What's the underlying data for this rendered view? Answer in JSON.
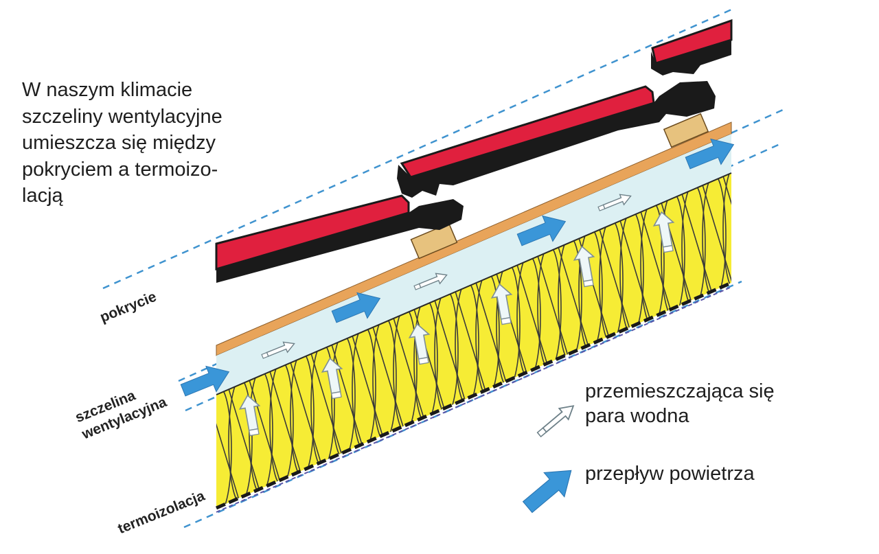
{
  "intro_lines": [
    "W naszym klimacie",
    "szczeliny wentylacyjne",
    "umieszcza się między",
    "pokryciem a termoizo-",
    "lacją"
  ],
  "layers": {
    "covering": "pokrycie",
    "vent_gap_line1": "szczelina",
    "vent_gap_line2": "wentylacyjna",
    "insulation": "termoizolacja"
  },
  "legend": {
    "vapor_line1": "przemieszczająca się",
    "vapor_line2": "para wodna",
    "airflow": "przepływ powietrza"
  },
  "colors": {
    "tile_red": "#e0203e",
    "tile_dark": "#1a1a1a",
    "insulation_yellow": "#f6ec35",
    "vent_gap": "#dcf0f3",
    "membrane_orange": "#e8a45a",
    "airflow_blue": "#3a96d8",
    "guide_dash": "#3f93cf"
  }
}
